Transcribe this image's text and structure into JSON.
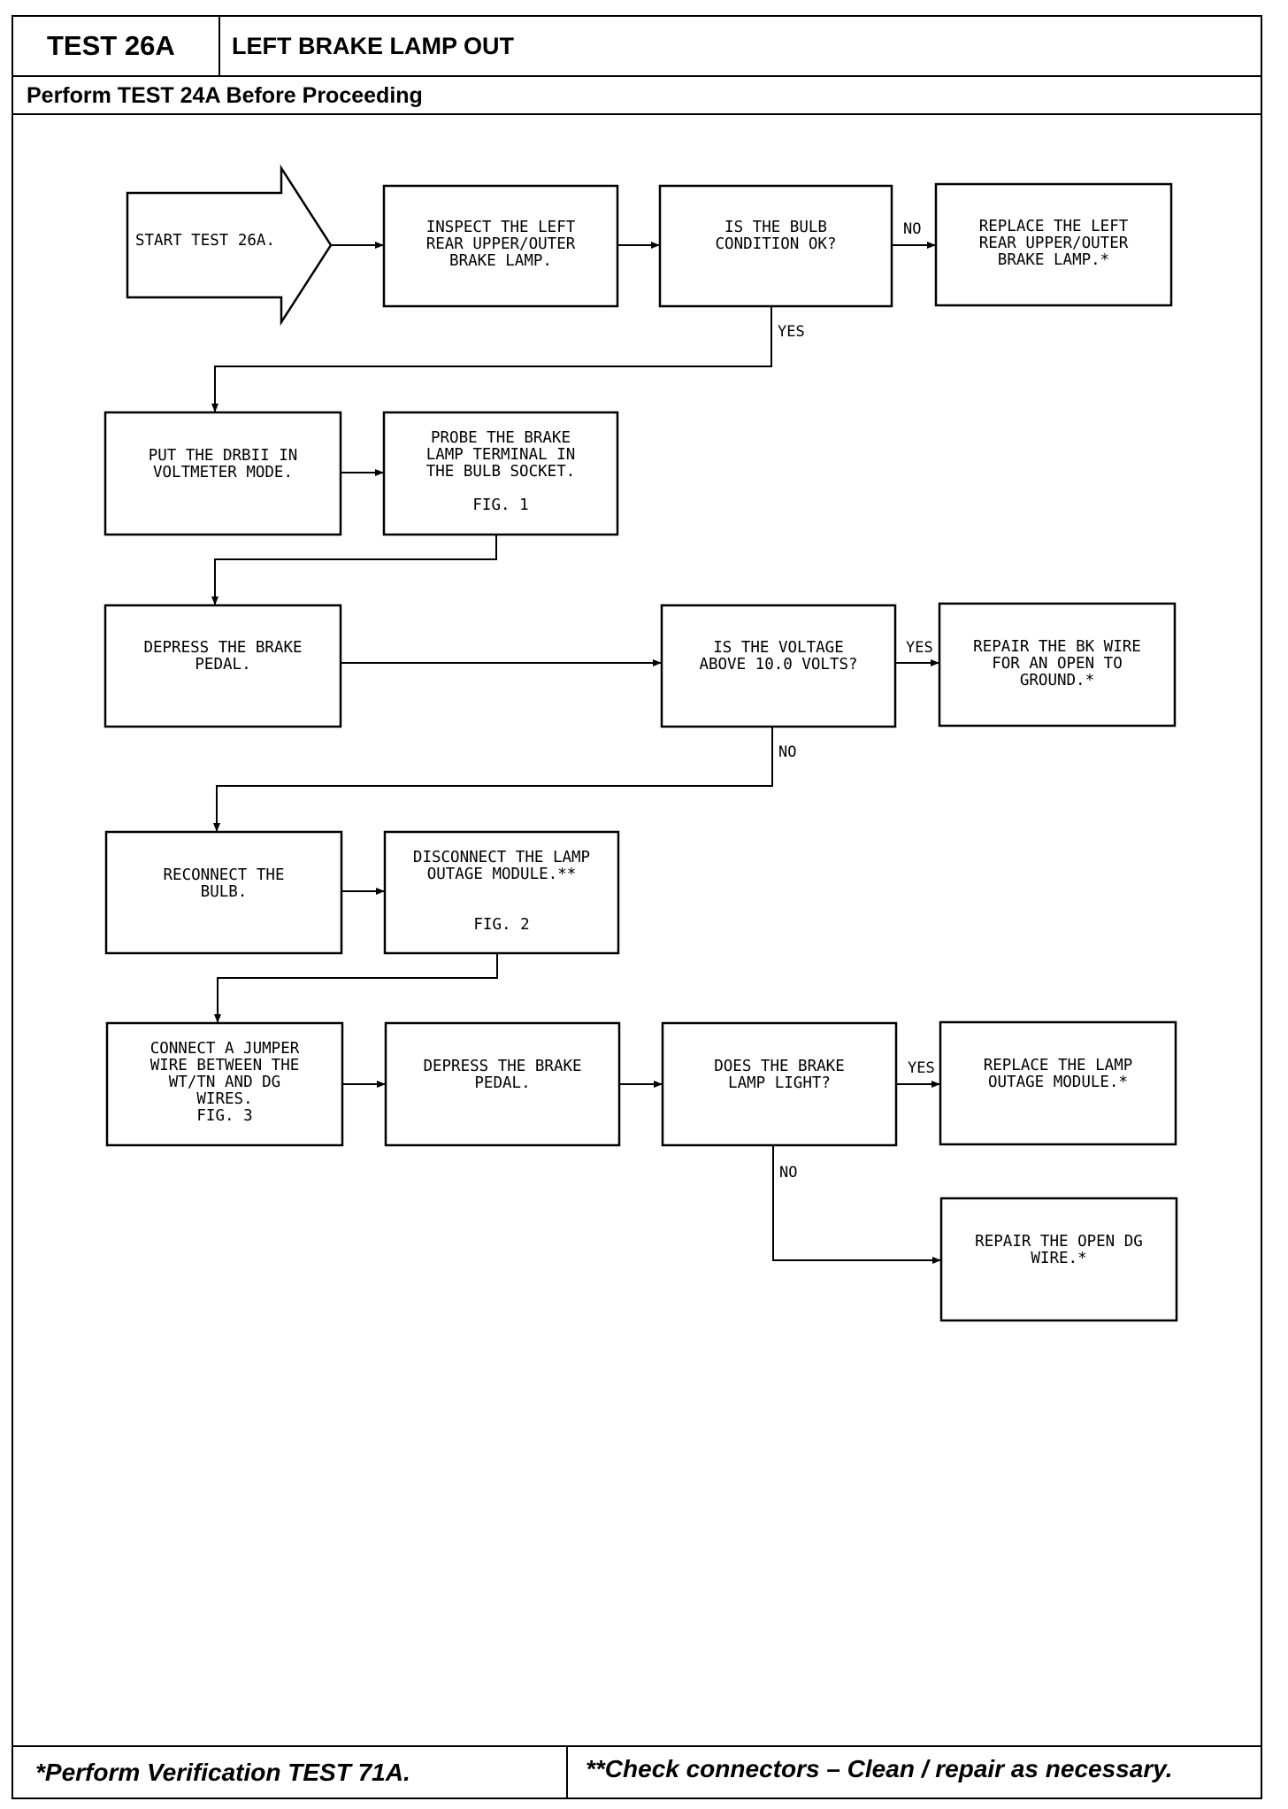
{
  "header": {
    "test_id": "TEST 26A",
    "title": "LEFT BRAKE LAMP OUT",
    "prerequisite": "Perform TEST 24A Before Proceeding"
  },
  "flowchart": {
    "start": [
      "START TEST 26A."
    ],
    "inspect_lamp": [
      "INSPECT THE LEFT",
      "REAR UPPER/OUTER",
      "BRAKE LAMP."
    ],
    "bulb_ok_question": [
      "IS THE BULB",
      "CONDITION OK?"
    ],
    "replace_lamp": [
      "REPLACE THE LEFT",
      "REAR UPPER/OUTER",
      "BRAKE LAMP.*"
    ],
    "drbii_mode": [
      "PUT THE DRBII IN",
      "VOLTMETER MODE."
    ],
    "probe_terminal": [
      "PROBE THE BRAKE",
      "LAMP TERMINAL IN",
      "THE BULB SOCKET.",
      "",
      "FIG. 1"
    ],
    "depress_pedal_1": [
      "DEPRESS THE BRAKE",
      "PEDAL."
    ],
    "voltage_question": [
      "IS THE VOLTAGE",
      "ABOVE 10.0 VOLTS?"
    ],
    "repair_bk_wire": [
      "REPAIR THE BK WIRE",
      "FOR AN OPEN TO",
      "GROUND.*"
    ],
    "reconnect_bulb": [
      "RECONNECT THE",
      "BULB."
    ],
    "disconnect_module": [
      "DISCONNECT THE LAMP",
      "OUTAGE MODULE.**",
      "",
      "",
      "FIG. 2"
    ],
    "connect_jumper": [
      "CONNECT A JUMPER",
      "WIRE BETWEEN THE",
      "WT/TN AND DG",
      "WIRES.",
      "FIG. 3"
    ],
    "depress_pedal_2": [
      "DEPRESS THE BRAKE",
      "PEDAL."
    ],
    "lamp_light_question": [
      "DOES THE BRAKE",
      "LAMP LIGHT?"
    ],
    "replace_module": [
      "REPLACE THE LAMP",
      "OUTAGE MODULE.*"
    ],
    "repair_dg_wire": [
      "REPAIR THE OPEN DG",
      "WIRE.*"
    ],
    "labels": {
      "no_1": "NO",
      "yes_1": "YES",
      "yes_2": "YES",
      "no_2": "NO",
      "yes_3": "YES",
      "no_3": "NO"
    }
  },
  "footer": {
    "left": "*Perform Verification TEST 71A.",
    "right": "**Check connectors – Clean / repair as necessary."
  }
}
